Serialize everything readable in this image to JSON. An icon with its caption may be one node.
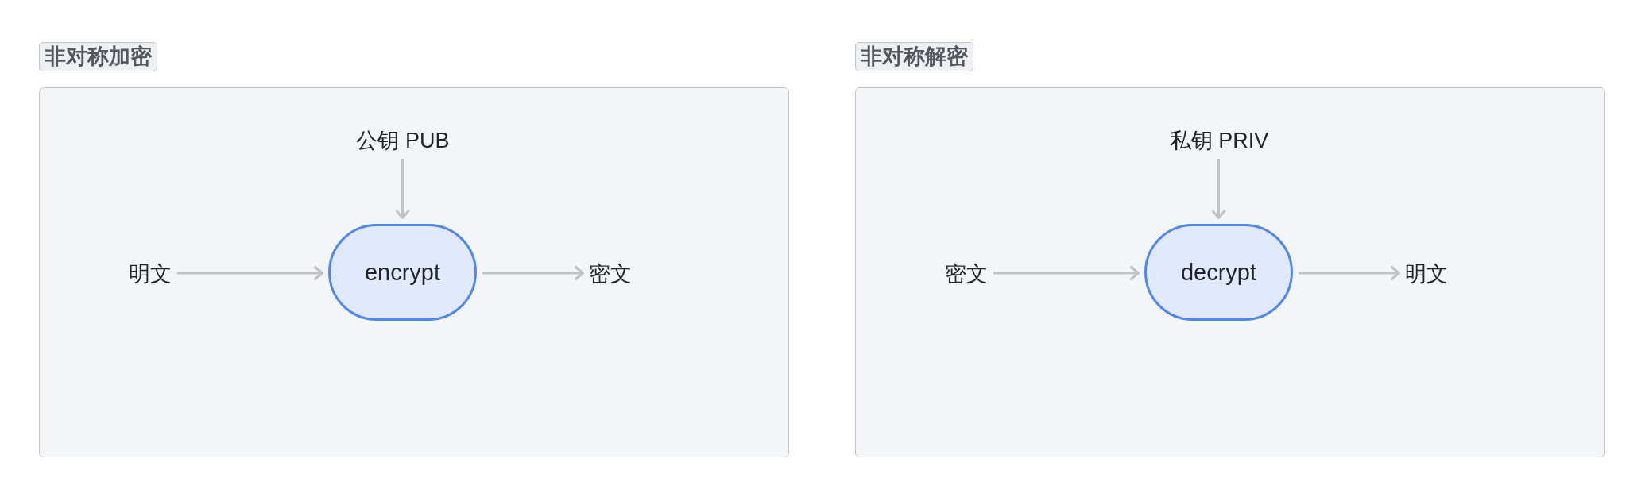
{
  "diagram": {
    "nodes": [
      {
        "text": [
          "非对称加密"
        ]
      },
      {
        "text": [
          "公钥 PUB"
        ],
        "in": 0
      },
      {
        "text": [
          "明文"
        ],
        "in": 0
      },
      {
        "text": [
          "encrypt"
        ],
        "in": 0
      },
      {
        "text": [
          "密文"
        ],
        "in": 0
      },
      {
        "text": [
          "非对称解密"
        ]
      },
      {
        "text": [
          "私钥 PRIV"
        ],
        "in": 5
      },
      {
        "text": [
          "密文"
        ],
        "in": 5
      },
      {
        "text": [
          "decrypt"
        ],
        "in": 5
      },
      {
        "text": [
          "明文"
        ],
        "in": 5
      }
    ],
    "edges": [
      {
        "from": 1,
        "to": 3,
        "arrow": "to"
      },
      {
        "from": 2,
        "to": 3,
        "arrow": "to"
      },
      {
        "from": 3,
        "to": 4,
        "arrow": "to"
      },
      {
        "from": 6,
        "to": 8,
        "arrow": "to"
      },
      {
        "from": 7,
        "to": 8,
        "arrow": "to"
      },
      {
        "from": 8,
        "to": 9,
        "arrow": "to"
      }
    ]
  }
}
